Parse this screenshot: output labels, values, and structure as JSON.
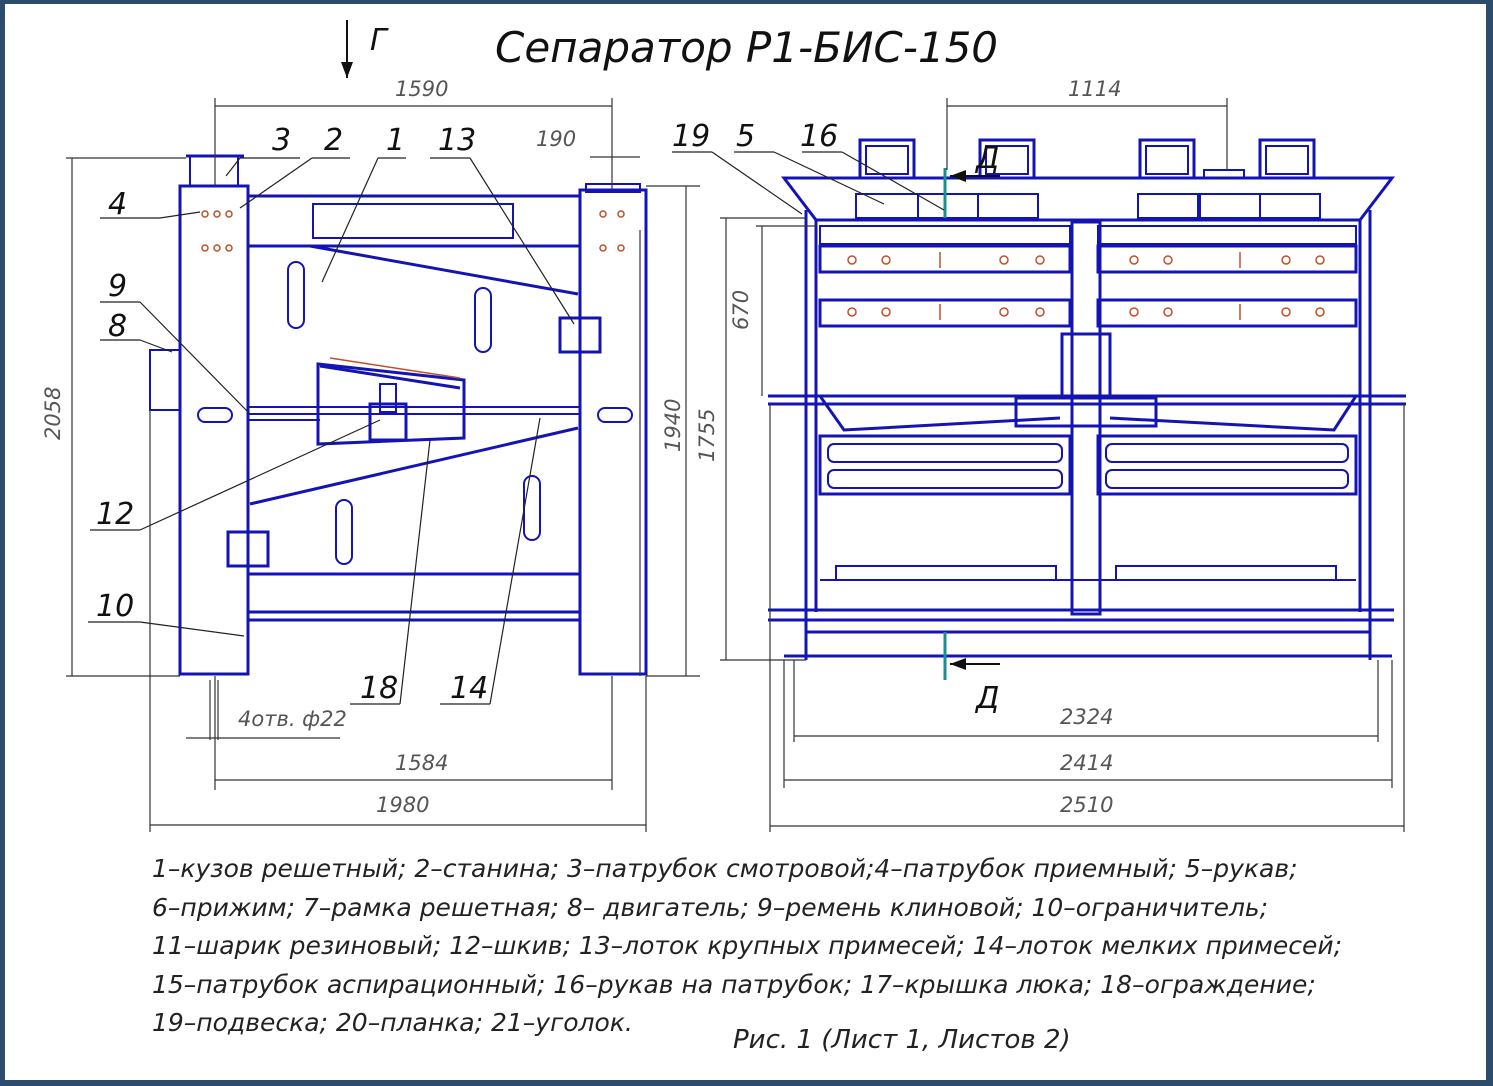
{
  "title": "Сепаратор Р1-БИС-150",
  "view_marks": {
    "top": "Г",
    "section": "Д",
    "section_lower": "Д"
  },
  "dimensions": {
    "front_width_top": "1590",
    "front_offset": "190",
    "front_height_total": "2058",
    "front_height_right": "1940",
    "front_height_right2": "1755",
    "holes": "4отв. ф22",
    "front_base": "1584",
    "front_overall": "1980",
    "side_top": "1114",
    "side_height": "670",
    "side_w1": "2324",
    "side_w2": "2414",
    "side_w3": "2510"
  },
  "callouts": [
    "1",
    "2",
    "3",
    "4",
    "5",
    "8",
    "9",
    "10",
    "12",
    "13",
    "14",
    "16",
    "18",
    "19"
  ],
  "legend": [
    "1–кузов решетный; 2–станина; 3–патрубок смотровой;4–патрубок приемный; 5–рукав;",
    "6–прижим; 7–рамка решетная; 8– двигатель; 9–ремень клиновой; 10–ограничитель;",
    "11–шарик резиновый; 12–шкив; 13–лоток крупных примесей; 14–лоток мелких примесей;",
    "15–патрубок аспирационный; 16–рукав на патрубок; 17–крышка люка; 18–ограждение;",
    "19–подвеска; 20–планка; 21–уголок."
  ],
  "caption": "Рис. 1 (Лист 1, Листов 2)",
  "colors": {
    "frame": "#1414b4",
    "dims": "#222222",
    "bolts": "#c0502a",
    "section": "#1a8f8f",
    "border": "#2d4b6b"
  }
}
